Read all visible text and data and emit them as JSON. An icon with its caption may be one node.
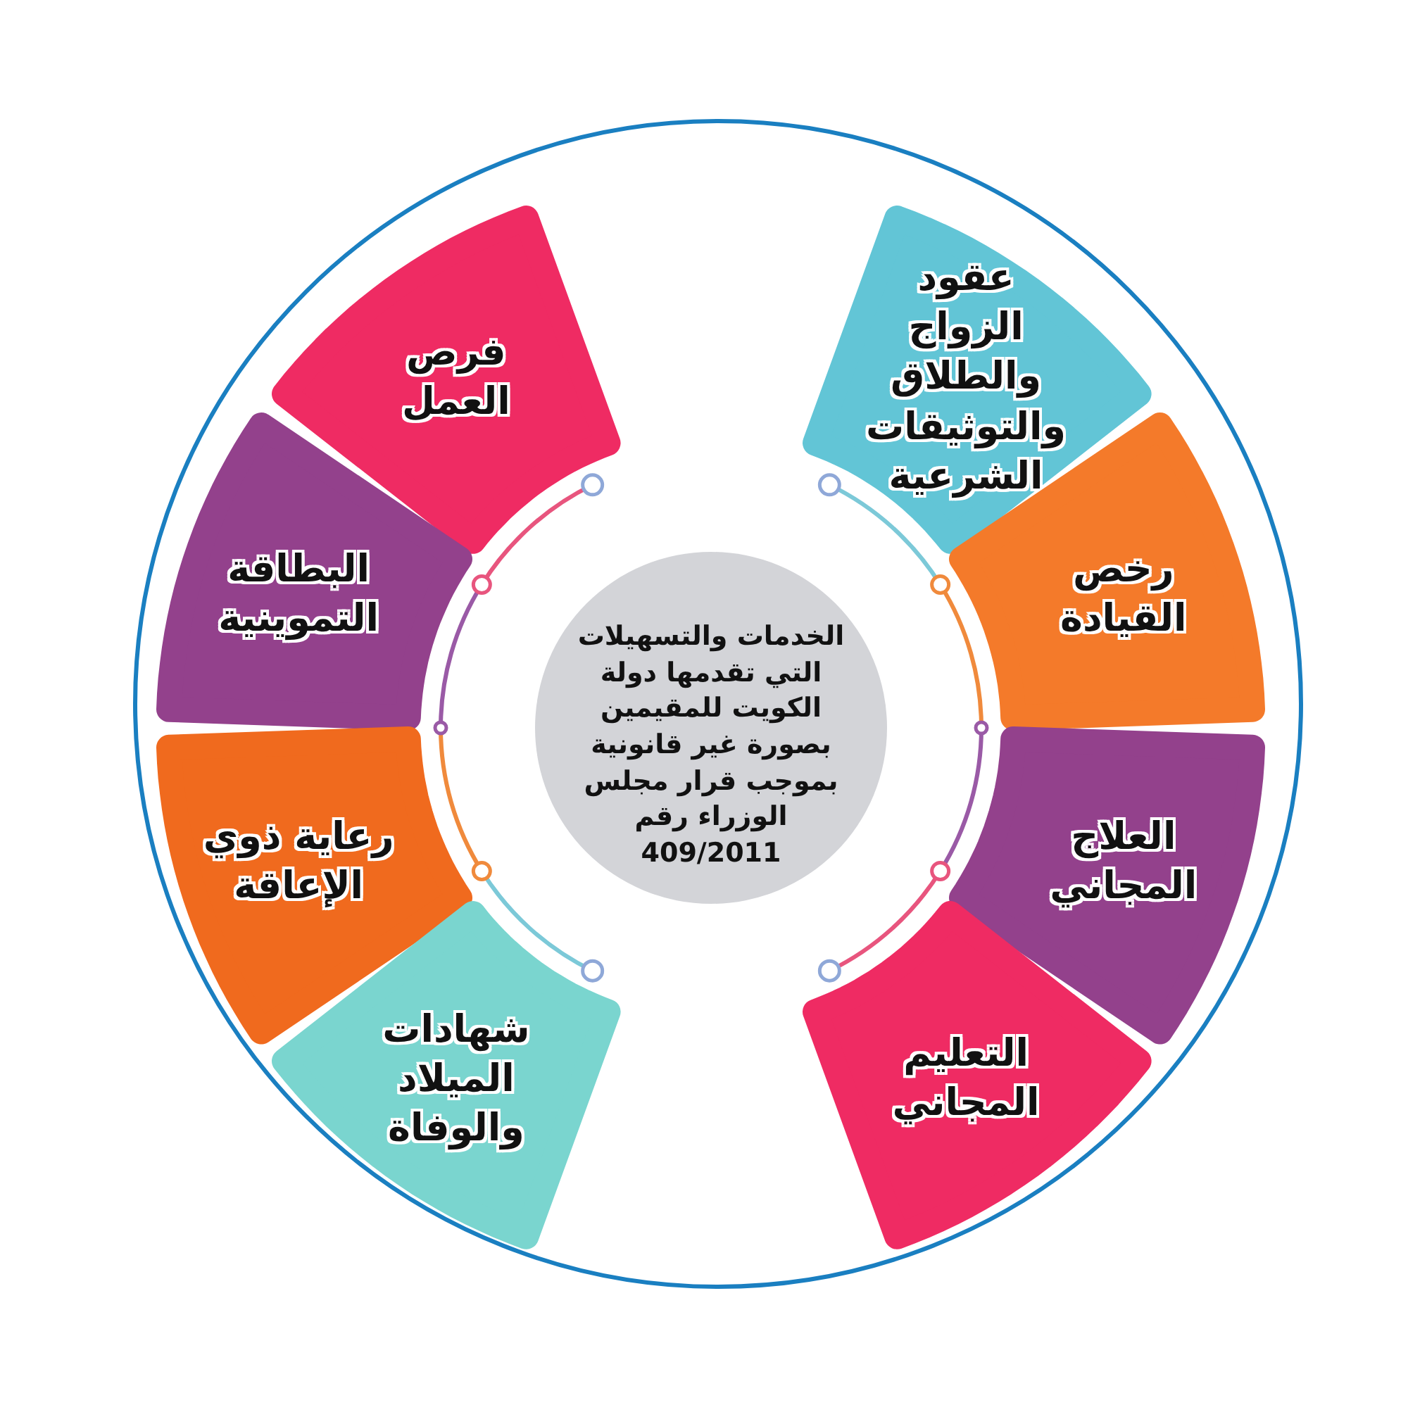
{
  "diagram": {
    "nodes": [
      {
        "text": [
          "الخدمات والتسهيلات التي تقدمها دولة الكويت للمقيمين بصورة غير قانونية بموجب قرار مجلس الوزراء رقم 409/2011"
        ]
      },
      {
        "text": [
          "عقود الزواج والطلاق والتوثيقات الشرعية"
        ]
      },
      {
        "text": [
          "رخص القيادة"
        ]
      },
      {
        "text": [
          "العلاج المجاني"
        ]
      },
      {
        "text": [
          "التعليم المجاني"
        ]
      },
      {
        "text": [
          "فرص العمل"
        ]
      },
      {
        "text": [
          "البطاقة التموينية"
        ]
      },
      {
        "text": [
          "رعاية ذوي الإعاقة"
        ]
      },
      {
        "text": [
          "شهادات الميلاد والوفاة"
        ]
      }
    ]
  }
}
